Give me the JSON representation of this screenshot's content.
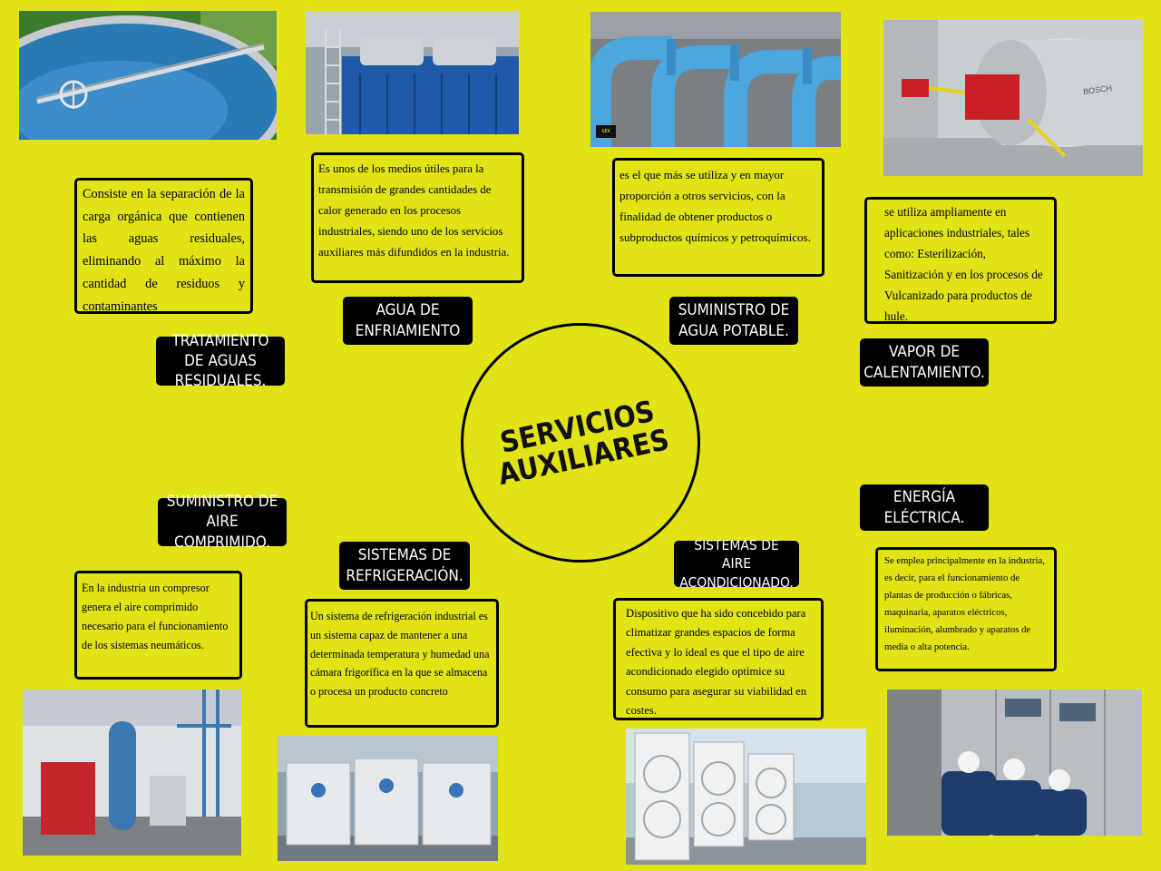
{
  "colors": {
    "background": "#e2e314",
    "label_background": "#000000",
    "label_text": "#ffffff"
  },
  "center": {
    "title": "SERVICIOS AUXILIARES"
  },
  "services": [
    {
      "id": "aguas-residuales",
      "label": "TRATAMIENTO DE AGUAS RESIDUALES.",
      "description": "Consiste en la separación de la carga orgánica que contienen las aguas residuales, eliminando al máximo la cantidad de residuos y contaminantes",
      "image_icon": "wastewater-clarifier-photo"
    },
    {
      "id": "agua-enfriamiento",
      "label": "AGUA DE ENFRIAMIENTO",
      "description": "Es unos de los medios útiles para la transmisión de grandes cantidades de calor generado en los procesos industriales, siendo uno de los servicios auxiliares más difundidos en la industria.",
      "image_icon": "cooling-tower-photo"
    },
    {
      "id": "agua-potable",
      "label": "SUMINISTRO DE AGUA POTABLE.",
      "description": "es el que más se utiliza y en mayor proporción a otros servicios, con la finalidad de obtener productos o subproductos químicos y petroquímicos.",
      "image_icon": "blue-water-pipes-photo",
      "image_watermark": "GEX"
    },
    {
      "id": "vapor-calentamiento",
      "label": "VAPOR DE CALENTAMIENTO.",
      "description": "se utiliza  ampliamente en aplicaciones industriales, tales como: Esterilización, Sanitización y en los procesos de Vulcanizado para productos de hule.",
      "image_icon": "industrial-boiler-photo",
      "image_brand": "BOSCH"
    },
    {
      "id": "aire-comprimido",
      "label": "SUMINISTRO DE AIRE COMPRIMIDO.",
      "description": "En la industria un compresor genera el aire comprimido necesario para el funcionamiento de los sistemas neumáticos.",
      "image_icon": "air-compressor-room-photo"
    },
    {
      "id": "refrigeracion",
      "label": "SISTEMAS DE REFRIGERACIÓN.",
      "description": "Un sistema de refrigeración industrial es un sistema capaz de mantener a una determinada temperatura y humedad una cámara frigorífica en la que se almacena o procesa un producto concreto",
      "image_icon": "refrigeration-units-photo"
    },
    {
      "id": "aire-acondicionado",
      "label": "SISTEMAS DE AIRE ACONDICIONADO.",
      "description": "Dispositivo que ha sido concebido para climatizar grandes espacios de forma efectiva y lo ideal es que el tipo de aire acondicionado elegido optimice su consumo para asegurar su viabilidad en costes.",
      "image_icon": "rooftop-ac-units-photo"
    },
    {
      "id": "energia-electrica",
      "label": "ENERGÍA ELÉCTRICA.",
      "description": "Se emplea principalmente en la industria, es decir, para el funcionamiento de plantas de producción o fábricas, maquinaria, aparatos eléctricos, iluminación, alumbrado y aparatos de media o alta potencia.",
      "image_icon": "electrical-panel-workers-photo"
    }
  ]
}
